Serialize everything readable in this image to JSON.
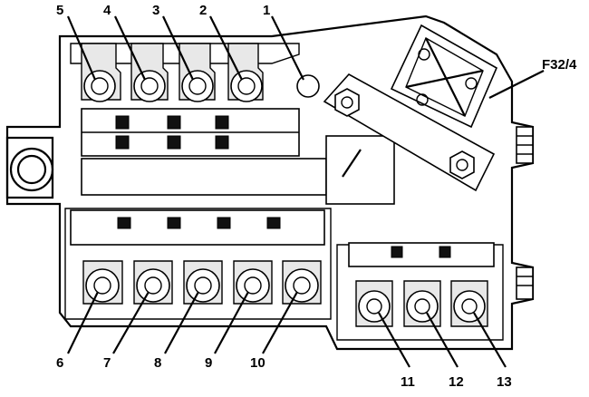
{
  "labels": {
    "fuse_1": "1",
    "fuse_2": "2",
    "fuse_3": "3",
    "fuse_4": "4",
    "fuse_5": "5",
    "fuse_6": "6",
    "fuse_7": "7",
    "fuse_8": "8",
    "fuse_9": "9",
    "fuse_10": "10",
    "fuse_11": "11",
    "fuse_12": "12",
    "fuse_13": "13",
    "component": "F32/4"
  }
}
